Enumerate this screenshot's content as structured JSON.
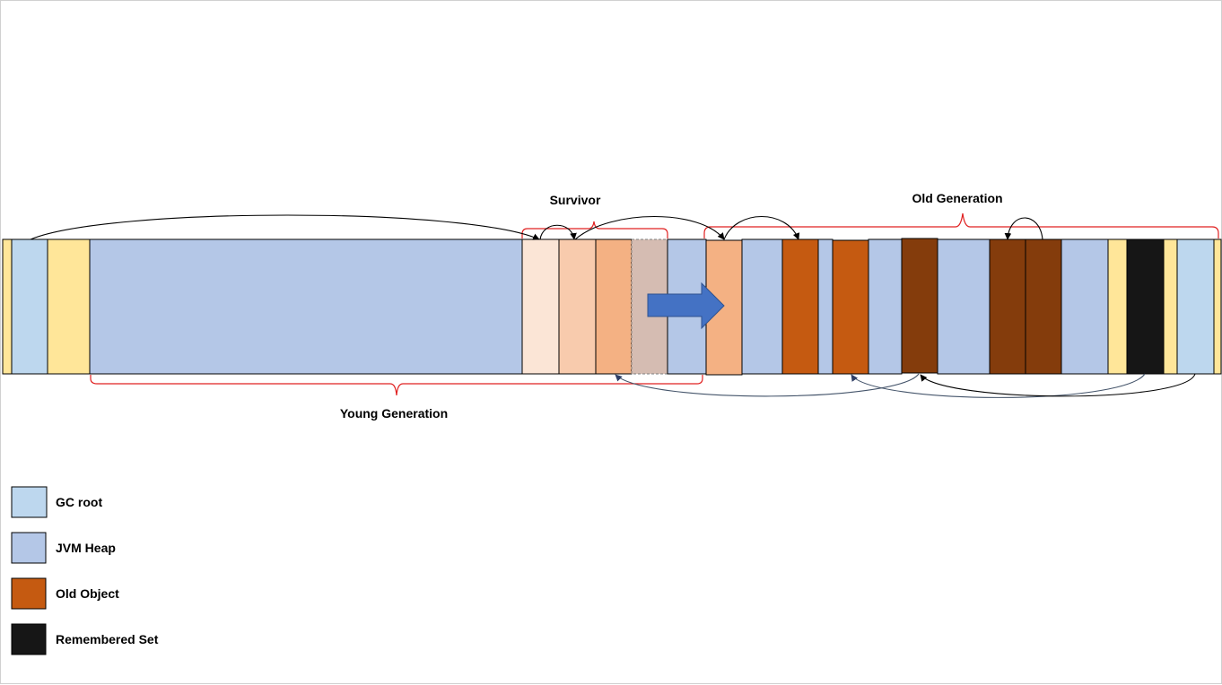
{
  "labels": {
    "survivor": "Survivor",
    "old_generation": "Old Generation",
    "young_generation": "Young Generation"
  },
  "legend": [
    {
      "label": "GC root",
      "color": "#BDD7EE"
    },
    {
      "label": "JVM Heap",
      "color": "#B4C7E7"
    },
    {
      "label": "Old Object",
      "color": "#C55A11"
    },
    {
      "label": "Remembered Set",
      "color": "#161616"
    }
  ],
  "colors": {
    "gc_root": "#BDD7EE",
    "jvm_heap": "#B4C7E7",
    "old_object": "#C55A11",
    "old_object_dark": "#843C0C",
    "remembered_set": "#161616",
    "yellow": "#FFE699",
    "survivor_1": "#FBE5D6",
    "survivor_2": "#F8CBAD",
    "survivor_3": "#F4B183",
    "survivor_ghost": "#D5BCB2",
    "promote_arrow": "#4472C4",
    "brace": "#E02020",
    "ref_arrow": "#000000",
    "rs_arrow": "#44546A"
  }
}
